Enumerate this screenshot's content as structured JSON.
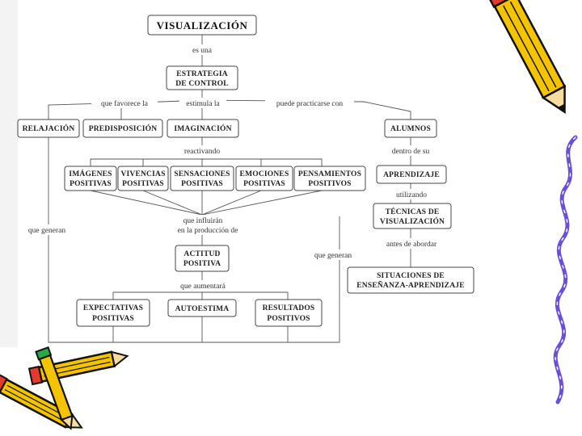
{
  "diagram": {
    "title": "VISUALIZACIÓN",
    "nodes": {
      "estrategia": [
        "ESTRATEGIA",
        "DE CONTROL"
      ],
      "relajacion": [
        "RELAJACIÓN"
      ],
      "predisposicion": [
        "PREDISPOSICIÓN"
      ],
      "imaginacion": [
        "IMAGINACIÓN"
      ],
      "alumnos": [
        "ALUMNOS"
      ],
      "imagenes": [
        "IMÁGENES",
        "POSITIVAS"
      ],
      "vivencias": [
        "VIVENCIAS",
        "POSITIVAS"
      ],
      "sensaciones": [
        "SENSACIONES",
        "POSITIVAS"
      ],
      "emociones": [
        "EMOCIONES",
        "POSITIVAS"
      ],
      "pensamientos": [
        "PENSAMIENTOS",
        "POSITIVOS"
      ],
      "aprendizaje": [
        "APRENDIZAJE"
      ],
      "tecnicas": [
        "TÉCNICAS DE",
        "VISUALIZACIÓN"
      ],
      "actitud": [
        "ACTITUD",
        "POSITIVA"
      ],
      "situaciones": [
        "SITUACIONES DE",
        "ENSEÑANZA-APRENDIZAJE"
      ],
      "expectativas": [
        "EXPECTATIVAS",
        "POSITIVAS"
      ],
      "autoestima": [
        "AUTOESTIMA"
      ],
      "resultados": [
        "RESULTADOS",
        "POSITIVOS"
      ]
    },
    "links": {
      "es_una": "es una",
      "que_favorece": "que favorece la",
      "estimula": "estimula la",
      "puede_practicarse": "puede practicarse con",
      "reactivando": "reactivando",
      "dentro_de_su": "dentro de su",
      "utilizando": "utilizando",
      "que_influiran_1": "que influirán",
      "que_influiran_2": "en la producción de",
      "antes_de_abordar": "antes de abordar",
      "que_generan_left": "que generan",
      "que_generan_right": "que generan",
      "que_aumentara": "que aumentará"
    }
  },
  "decor": {
    "pencil_color": "#f5c400",
    "pencil_outline": "#111111",
    "eraser_color": "#e23b2e",
    "squiggle_color": "#6b4fd8"
  }
}
